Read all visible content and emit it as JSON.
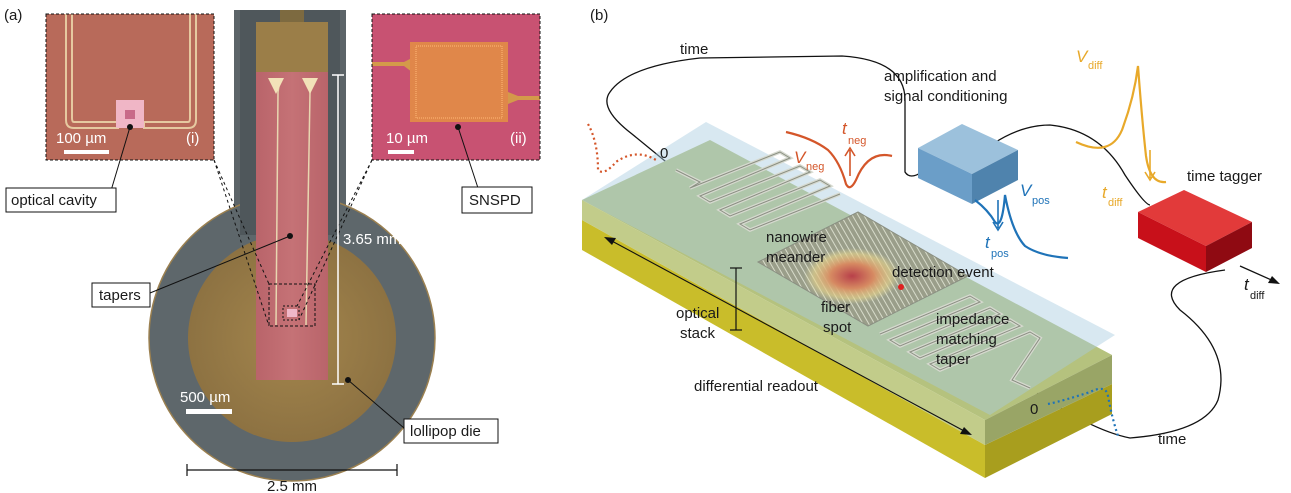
{
  "panel_a": {
    "label": "(a)",
    "inset_i": {
      "tag": "(i)",
      "scalebar": "100 µm"
    },
    "inset_ii": {
      "tag": "(ii)",
      "scalebar": "10 µm"
    },
    "callouts": {
      "optical_cavity": "optical cavity",
      "snspd": "SNSPD",
      "tapers": "tapers",
      "lollipop_die": "lollipop die"
    },
    "dim_length": "3.65 mm",
    "scalebar_main": "500 µm",
    "width_dim": "2.5 mm"
  },
  "panel_b": {
    "label": "(b)",
    "time_top": "time",
    "time_bottom": "time",
    "zero_left": "0",
    "zero_right": "0",
    "amp_line1": "amplification and",
    "amp_line2": "signal conditioning",
    "time_tagger": "time tagger",
    "nanowire_line1": "nanowire",
    "nanowire_line2": "meander",
    "detection_event": "detection event",
    "fiber_line1": "fiber",
    "fiber_line2": "spot",
    "optical_line1": "optical",
    "optical_line2": "stack",
    "impedance_line1": "impedance",
    "impedance_line2": "matching",
    "impedance_line3": "taper",
    "differential_readout": "differential readout",
    "v_neg": {
      "main": "V",
      "sub": "neg"
    },
    "t_neg": {
      "main": "t",
      "sub": "neg"
    },
    "v_pos": {
      "main": "V",
      "sub": "pos"
    },
    "t_pos": {
      "main": "t",
      "sub": "pos"
    },
    "v_diff": {
      "main": "V",
      "sub": "diff"
    },
    "t_diff_tagger": {
      "main": "t",
      "sub": "diff"
    },
    "t_diff_axis": {
      "main": "t",
      "sub": "diff"
    }
  },
  "colors": {
    "neg_signal": "#d4562a",
    "pos_signal": "#1f73b8",
    "diff_signal": "#e8a92a",
    "tagger": "#c8101a",
    "amplifier": "#6b9ec8",
    "die_gold": "#a98a52",
    "die_ring": "#5c6468",
    "chip_pink": "#bd6a6e",
    "substrate_yellow": "#c9bd2a",
    "stack_green": "#b8c486"
  }
}
